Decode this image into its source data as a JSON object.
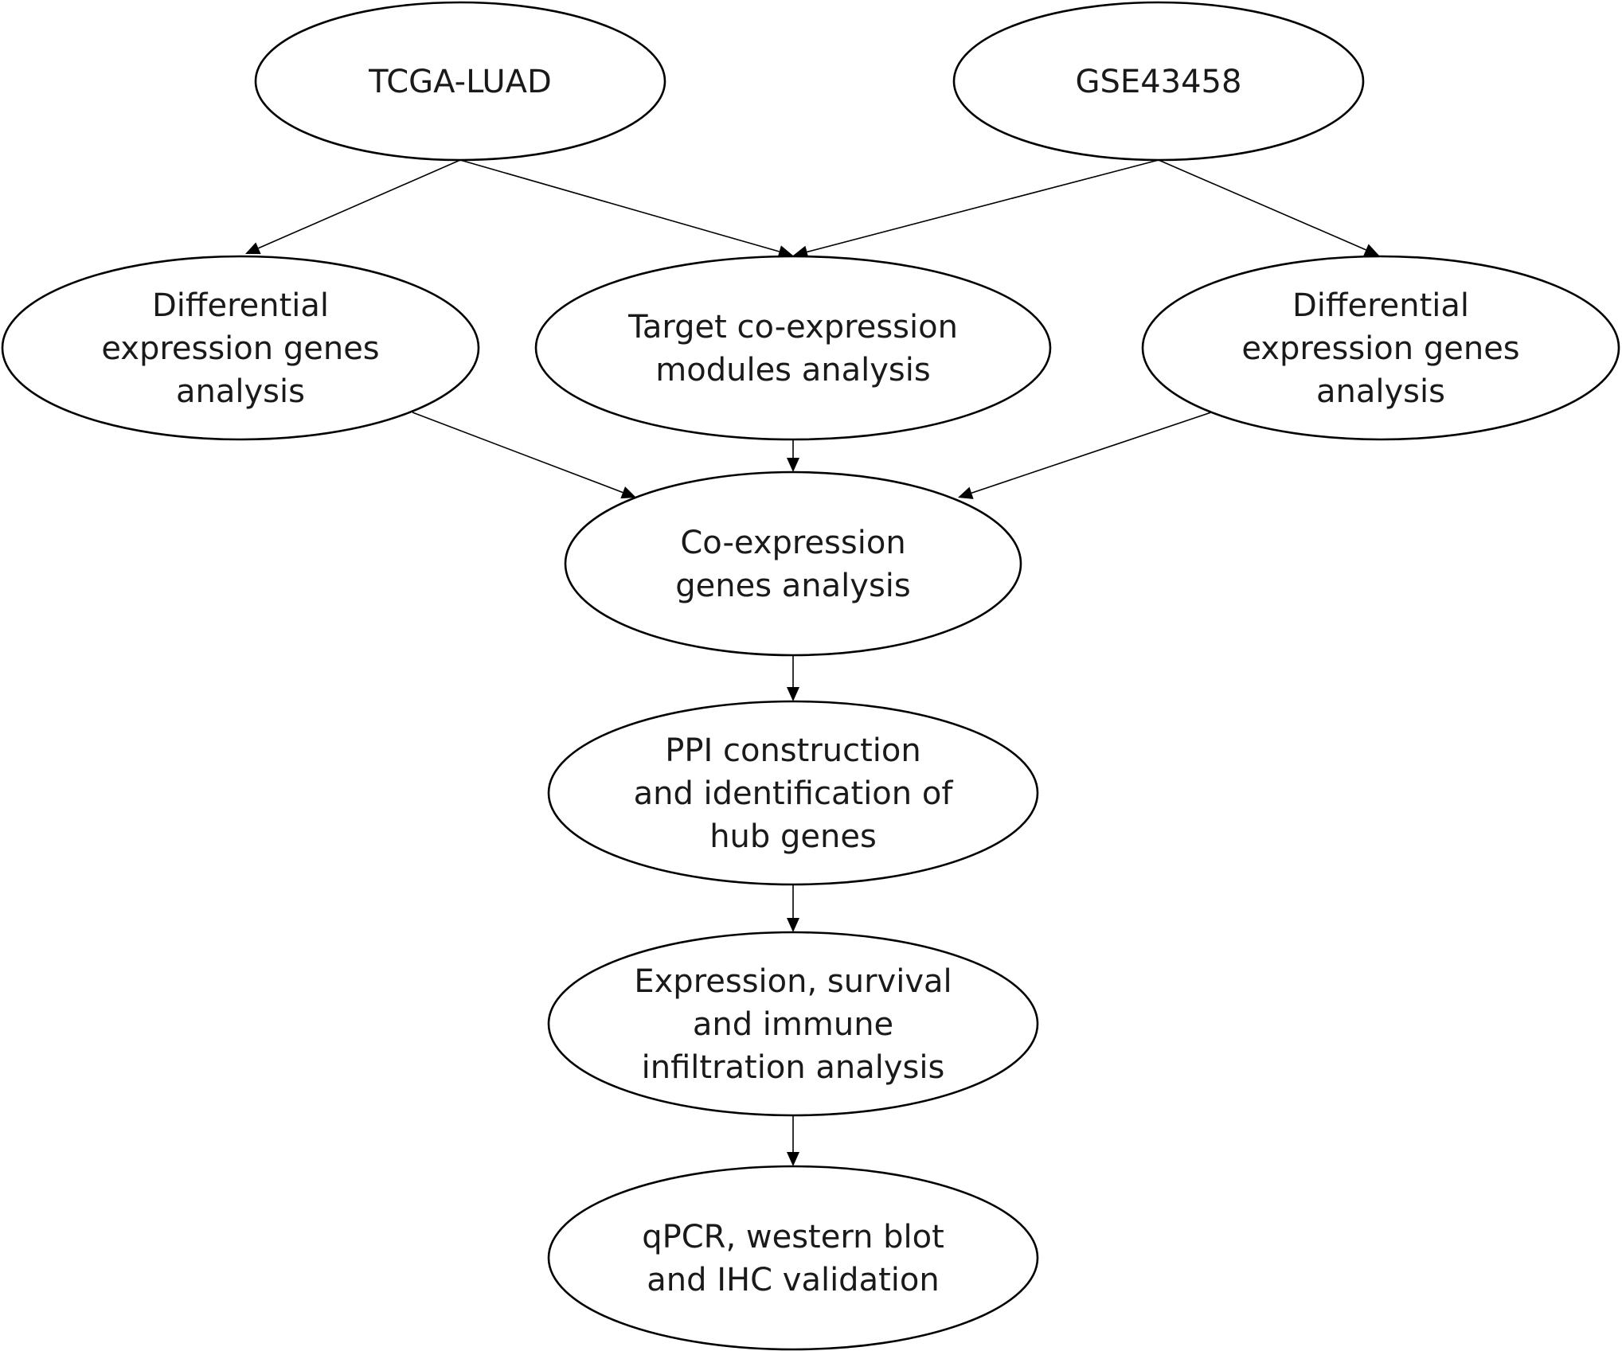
{
  "diagram": {
    "nodes": [
      {
        "id": "tcga",
        "lines": [
          "TCGA-LUAD"
        ]
      },
      {
        "id": "gse",
        "lines": [
          "GSE43458"
        ]
      },
      {
        "id": "deg_left",
        "lines": [
          "Differential",
          "expression genes",
          "analysis"
        ]
      },
      {
        "id": "target_modules",
        "lines": [
          "Target co-expression",
          "modules analysis"
        ]
      },
      {
        "id": "deg_right",
        "lines": [
          "Differential",
          "expression genes",
          "analysis"
        ]
      },
      {
        "id": "coexpression",
        "lines": [
          "Co-expression",
          "genes analysis"
        ]
      },
      {
        "id": "ppi",
        "lines": [
          "PPI construction",
          "and identification of",
          "hub genes"
        ]
      },
      {
        "id": "expression_survival",
        "lines": [
          "Expression, survival",
          "and immune",
          "infiltration analysis"
        ]
      },
      {
        "id": "validation",
        "lines": [
          "qPCR, western blot",
          "and IHC validation"
        ]
      }
    ],
    "edges": [
      {
        "from": "tcga",
        "to": "deg_left"
      },
      {
        "from": "tcga",
        "to": "target_modules"
      },
      {
        "from": "gse",
        "to": "target_modules"
      },
      {
        "from": "gse",
        "to": "deg_right"
      },
      {
        "from": "deg_left",
        "to": "coexpression"
      },
      {
        "from": "target_modules",
        "to": "coexpression"
      },
      {
        "from": "deg_right",
        "to": "coexpression"
      },
      {
        "from": "coexpression",
        "to": "ppi"
      },
      {
        "from": "ppi",
        "to": "expression_survival"
      },
      {
        "from": "expression_survival",
        "to": "validation"
      }
    ]
  }
}
